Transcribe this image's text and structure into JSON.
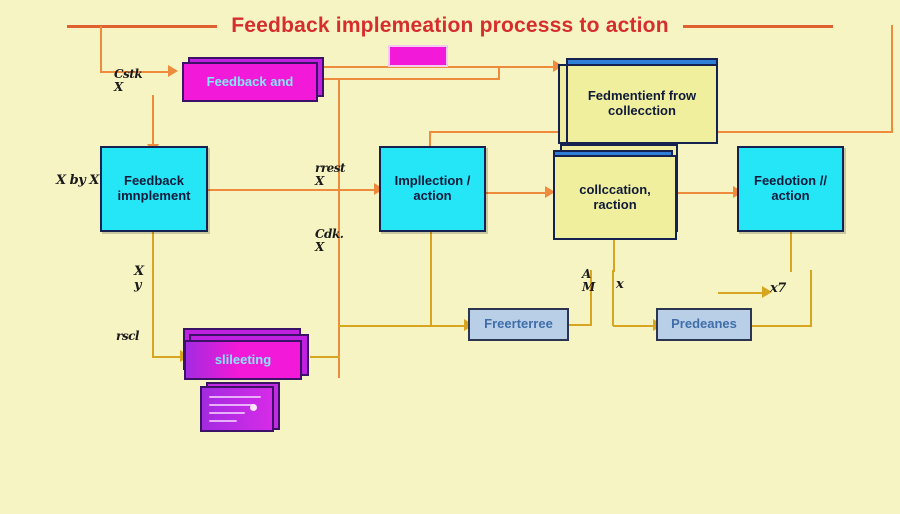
{
  "diagram": {
    "title": "Feedback implemeation processs to action",
    "background_color": "#f7f4c4",
    "title_color": "#d62d2d",
    "connector_color": "#ef8b3c",
    "connector_color_alt": "#d8a520"
  },
  "nodes": {
    "feedback_and": {
      "label": "Feedback and",
      "fill": "#f219d8",
      "text_color": "#7fe9ff"
    },
    "feedback_implement": {
      "label": "Feedback\nimnplement",
      "fill": "#25e6f7",
      "text_color": "#111a3a"
    },
    "impllection_action": {
      "label": "Impllection /\naction",
      "fill": "#25e6f7",
      "text_color": "#111a3a"
    },
    "collccation_raction": {
      "label": "collccation,\nraction",
      "fill": "#f0ef9e",
      "text_color": "#101a38"
    },
    "feedotion_action": {
      "label": "Feedotion //\naction",
      "fill": "#25e6f7",
      "text_color": "#111a3a"
    },
    "fedmentienf_collecction": {
      "label": "Fedmentienf frow\ncollecction",
      "fill": "#f0ef9e",
      "text_color": "#101a38"
    },
    "slileeting": {
      "label": "slileeting",
      "fill": "#f219d8",
      "text_color": "#c9b9f5"
    },
    "freerterree": {
      "label": "Freerterree",
      "fill": "#b9cfe8",
      "text_color": "#3f6ea8"
    },
    "predeanes": {
      "label": "Predeanes",
      "fill": "#b9cfe8",
      "text_color": "#3f6ea8"
    }
  },
  "annotations": {
    "a1": "Cstk\nX",
    "a2": "X by X",
    "a3": "rrest\nX",
    "a4": "Cdk.\nX",
    "a5": "X\ny",
    "a6": "rscl",
    "a7": "A\nM",
    "a8": "x",
    "a9": "x7"
  }
}
